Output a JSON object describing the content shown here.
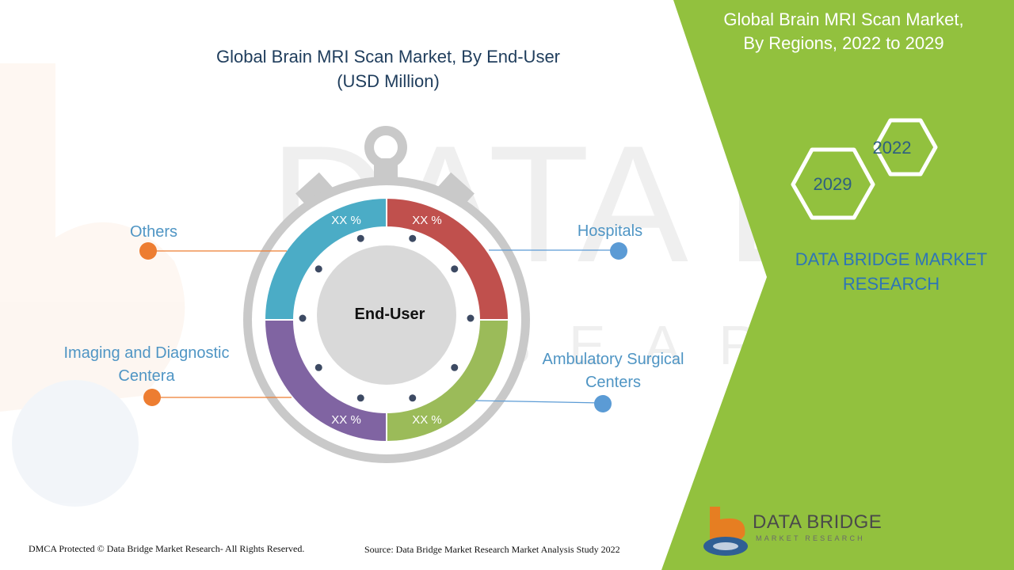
{
  "title": {
    "line1": "Global Brain MRI Scan Market, By End-User",
    "line2": "(USD Million)"
  },
  "right_panel": {
    "title_line1": "Global Brain MRI Scan Market,",
    "title_line2": "By Regions, 2022 to 2029",
    "hex_year_1": "2022",
    "hex_year_2": "2029",
    "brand_line1": "DATA BRIDGE MARKET",
    "brand_line2": "RESEARCH"
  },
  "chart_data": {
    "type": "pie",
    "center_label": "End-User",
    "segments": [
      {
        "name": "Hospitals",
        "label": "XX %",
        "color": "#c0504d"
      },
      {
        "name": "Ambulatory Surgical Centers",
        "label": "XX %",
        "color": "#9bbb59"
      },
      {
        "name": "Imaging and Diagnostic Centera",
        "label": "XX %",
        "color": "#8064a2"
      },
      {
        "name": "Others",
        "label": "XX %",
        "color": "#4bacc6"
      }
    ]
  },
  "labels": {
    "others": "Others",
    "hospitals": "Hospitals",
    "imaging_line1": "Imaging and Diagnostic",
    "imaging_line2": "Centera",
    "ambulatory_line1": "Ambulatory Surgical",
    "ambulatory_line2": "Centers"
  },
  "footer": {
    "copyright": "DMCA Protected © Data Bridge Market Research- All Rights Reserved.",
    "source": "Source: Data Bridge Market Research Market Analysis Study 2022"
  },
  "logo": {
    "name": "DATA BRIDGE",
    "tagline": "MARKET RESEARCH"
  },
  "colors": {
    "accent_green": "#92c13e",
    "marker_orange": "#ed7d31",
    "marker_blue": "#5b9bd5"
  }
}
